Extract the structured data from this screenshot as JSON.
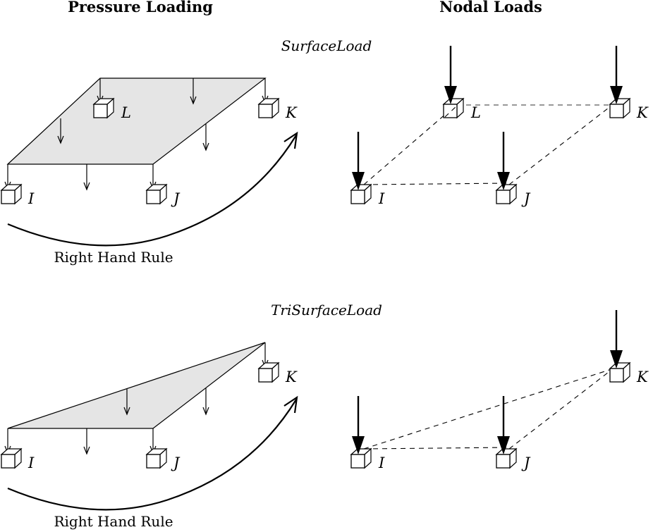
{
  "headers": {
    "left": "Pressure Loading",
    "right": "Nodal Loads"
  },
  "panels": [
    {
      "name": "surface-load",
      "element_label": "SurfaceLoad",
      "caption": "Right Hand Rule",
      "shape": "quadrilateral",
      "nodes": [
        "I",
        "J",
        "K",
        "L"
      ]
    },
    {
      "name": "tri-surface-load",
      "element_label": "TriSurfaceLoad",
      "caption": "Right Hand Rule",
      "shape": "triangle",
      "nodes": [
        "I",
        "J",
        "K"
      ]
    }
  ],
  "colors": {
    "plate_fill": "#e5e5e5",
    "line": "#000000",
    "dashed_grey": "#777777"
  }
}
